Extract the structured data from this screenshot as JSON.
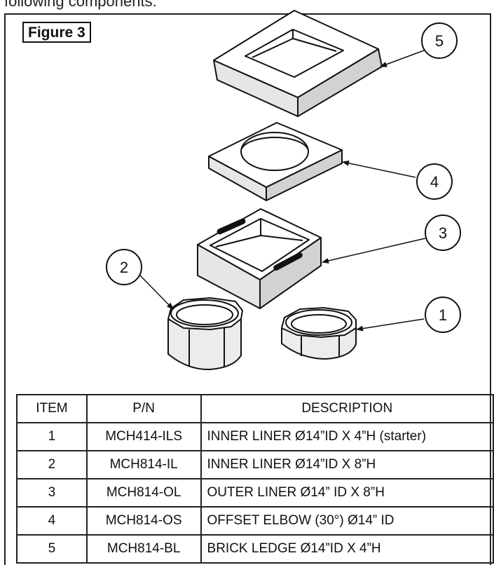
{
  "top_text": "following components:",
  "figure_label": "Figure 3",
  "callouts": [
    "1",
    "2",
    "3",
    "4",
    "5"
  ],
  "table": {
    "headers": [
      "ITEM",
      "P/N",
      "DESCRIPTION"
    ],
    "rows": [
      {
        "item": "1",
        "pn": "MCH414-ILS",
        "desc": "INNER LINER Ø14”ID X 4”H (starter)"
      },
      {
        "item": "2",
        "pn": "MCH814-IL",
        "desc": "INNER LINER Ø14”ID X 8”H"
      },
      {
        "item": "3",
        "pn": "MCH814-OL",
        "desc": "OUTER LINER Ø14” ID X 8”H"
      },
      {
        "item": "4",
        "pn": "MCH814-OS",
        "desc": "OFFSET ELBOW (30°) Ø14” ID"
      },
      {
        "item": "5",
        "pn": "MCH814-BL",
        "desc": "BRICK LEDGE Ø14”ID X 4”H"
      }
    ]
  }
}
